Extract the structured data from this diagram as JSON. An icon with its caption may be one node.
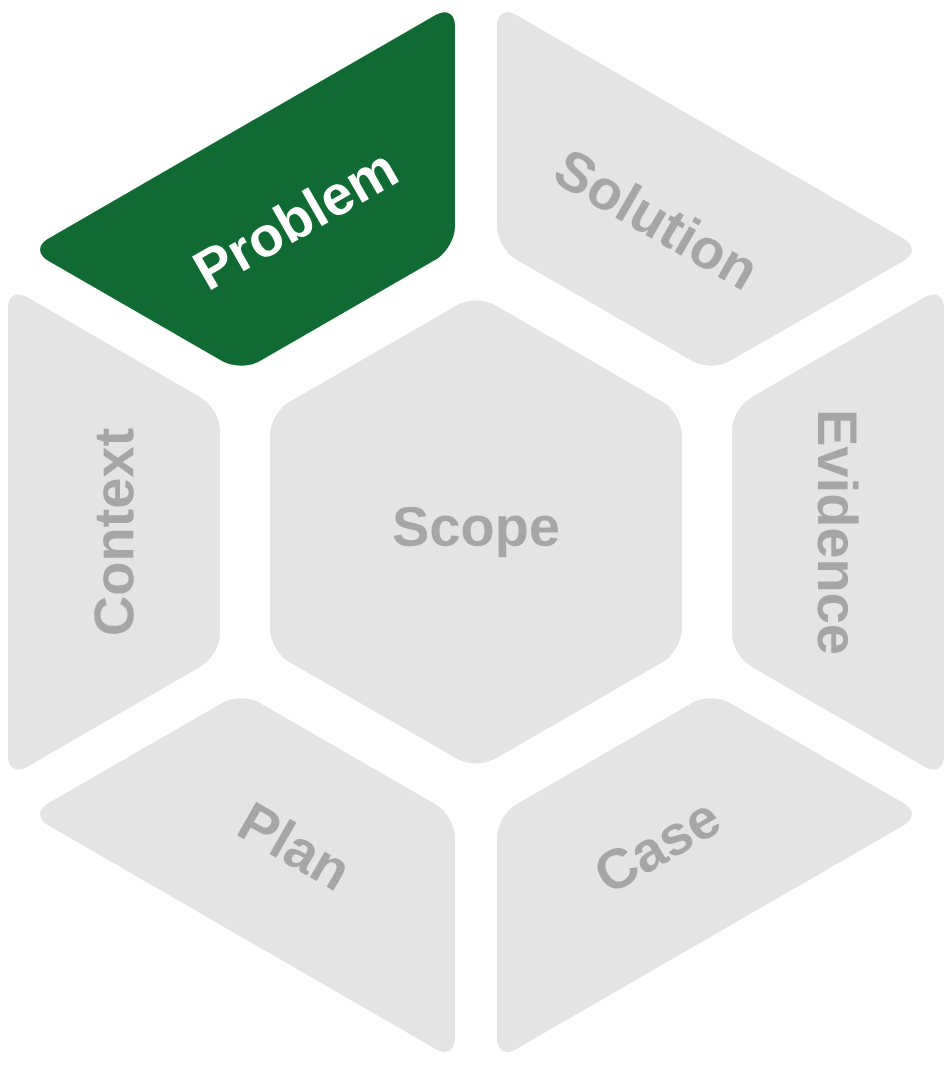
{
  "diagram": {
    "nodes": [
      {
        "text": [
          "Problem"
        ]
      },
      {
        "text": [
          "Solution"
        ]
      },
      {
        "text": [
          "Context"
        ]
      },
      {
        "text": [
          "Scope"
        ]
      },
      {
        "text": [
          "Evidence"
        ]
      },
      {
        "text": [
          "Plan"
        ]
      },
      {
        "text": [
          "Case"
        ]
      }
    ]
  }
}
